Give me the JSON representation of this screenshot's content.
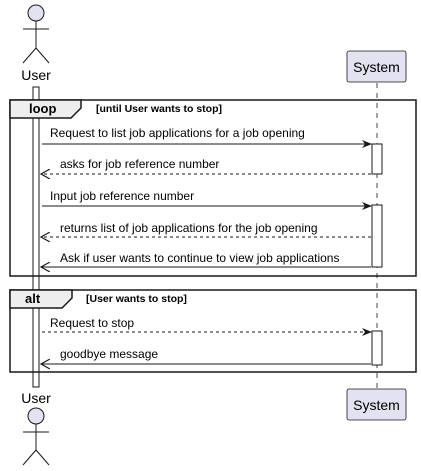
{
  "participants": {
    "user": {
      "name": "User"
    },
    "system": {
      "name": "System"
    }
  },
  "loop_frame": {
    "keyword": "loop",
    "condition": "[until User wants to stop]",
    "messages": [
      {
        "text": "Request to list job applications for a job opening"
      },
      {
        "text": "asks for job reference number"
      },
      {
        "text": "Input job reference number"
      },
      {
        "text": "returns list of job applications for the job opening"
      },
      {
        "text": "Ask if user wants to continue to view job applications"
      }
    ]
  },
  "alt_frame": {
    "keyword": "alt",
    "condition": "[User wants to stop]",
    "messages": [
      {
        "text": "Request to stop"
      },
      {
        "text": "goodbye message"
      }
    ]
  },
  "colors": {
    "participant_fill": "#E2E2F0",
    "participant_border": "#181818",
    "activation_fill": "#ffffff",
    "frame_header_fill": "#EEEEEE",
    "line": "#181818",
    "lifeline": "#181818"
  }
}
